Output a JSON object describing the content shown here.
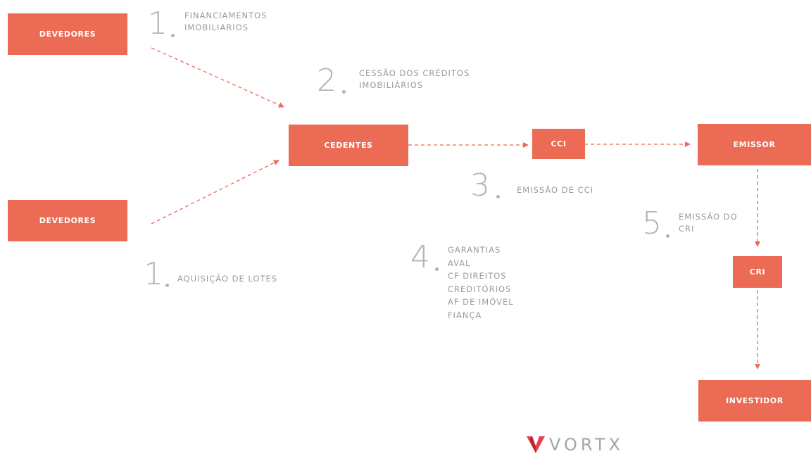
{
  "nodes": {
    "devedores_top": "DEVEDORES",
    "devedores_bottom": "DEVEDORES",
    "cedentes": "CEDENTES",
    "cci": "CCI",
    "emissor": "EMISSOR",
    "cri": "CRI",
    "investidor": "INVESTIDOR"
  },
  "steps": {
    "step1a": {
      "number": "1",
      "lines": [
        "FINANCIAMENTOS",
        "IMOBILIARIOS"
      ]
    },
    "step2": {
      "number": "2",
      "lines": [
        "CESSÃO DOS CRÉDITOS",
        "IMOBILIÁRIOS"
      ]
    },
    "step1b": {
      "number": "1",
      "lines": [
        "AQUISIÇÃO DE LOTES"
      ]
    },
    "step3": {
      "number": "3",
      "lines": [
        "EMISSÃO DE CCI"
      ]
    },
    "step4": {
      "number": "4",
      "lines": [
        "GARANTIAS",
        "AVAL",
        "CF DIREITOS",
        "CREDITÓRIOS",
        "AF DE IMÓVEL",
        "FIANÇA"
      ]
    },
    "step5": {
      "number": "5",
      "lines": [
        "EMISSÃO DO",
        "CRI"
      ]
    }
  },
  "logo": {
    "text": "VORTX",
    "icon": "vortx-logo-icon"
  },
  "colors": {
    "box": "#ec6b55",
    "arrow": "#ec6b55",
    "label": "#9a9a9a",
    "number": "#b3b3b3"
  }
}
